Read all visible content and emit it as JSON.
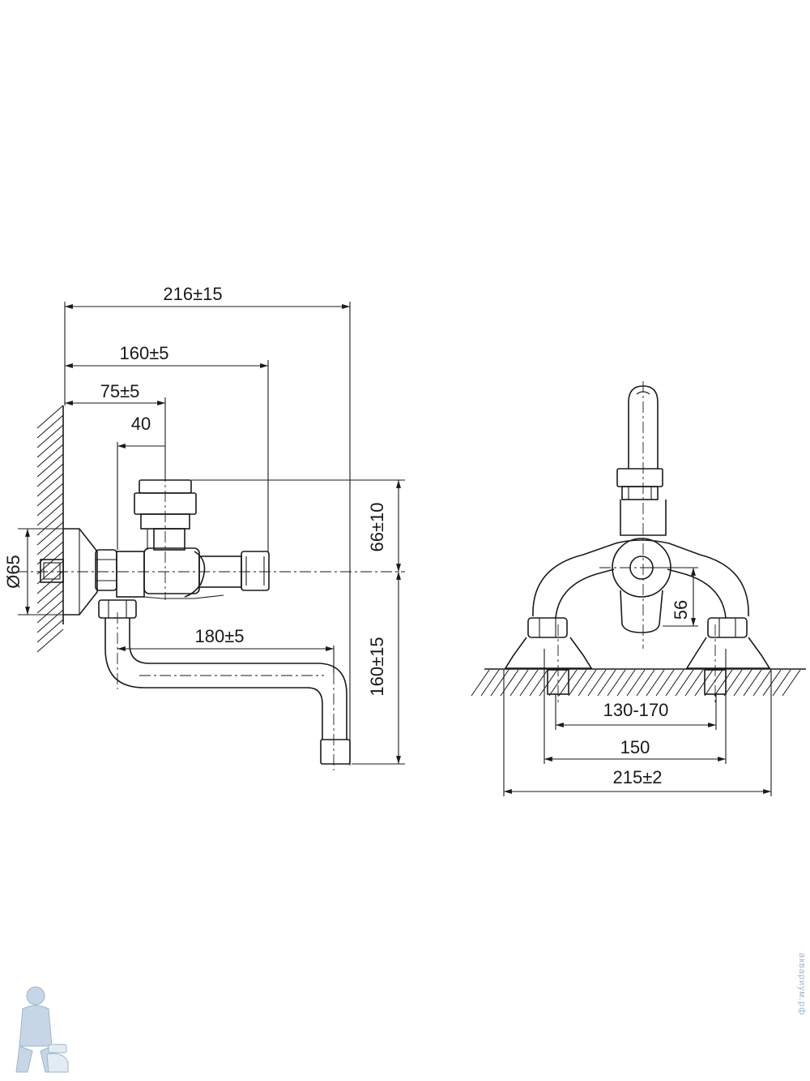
{
  "side_view": {
    "dim_overall_length": "216±15",
    "dim_body_length": "160±5",
    "dim_handle_offset": "75±5",
    "dim_inlet_offset": "40",
    "dim_flange_diameter": "Ø65",
    "dim_spout_reach": "180±5",
    "dim_handle_height": "66±10",
    "dim_spout_drop": "160±15"
  },
  "front_view": {
    "dim_eccentric_height": "56",
    "dim_center_range": "130-170",
    "dim_center_nominal": "150",
    "dim_overall_width": "215±2"
  },
  "logo": {
    "watermark_text": "аквариум.рф",
    "accent_color": "#9fb4c9"
  }
}
